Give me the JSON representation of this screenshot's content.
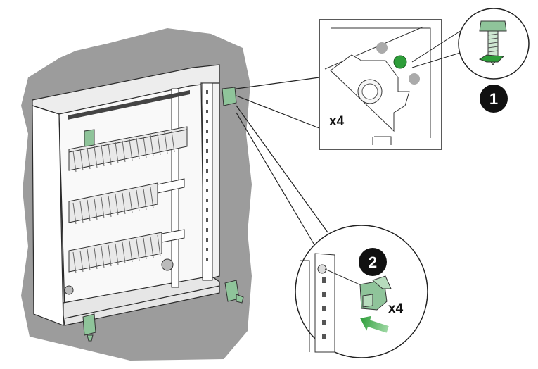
{
  "diagram": {
    "callout_top": {
      "step_number": "1",
      "quantity": "x4"
    },
    "callout_bottom": {
      "step_number": "2",
      "quantity": "x4"
    },
    "colors": {
      "wall": "#9a9a9a",
      "line": "#222222",
      "accent_green": "#2e9e3a",
      "bracket_green": "#7fbf8a",
      "step_badge": "#111111"
    }
  }
}
